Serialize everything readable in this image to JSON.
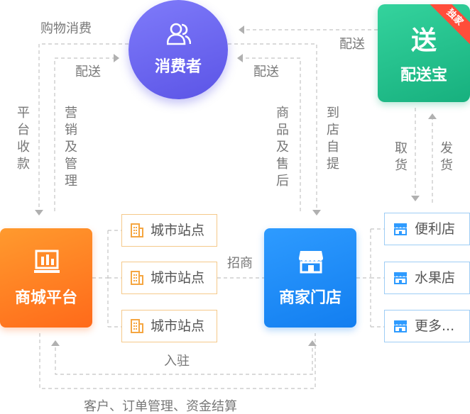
{
  "nodes": {
    "consumer": "消费者",
    "delivery_logo": "送",
    "delivery": "配送宝",
    "delivery_badge": "独家",
    "mall": "商城平台",
    "store": "商家门店",
    "sites": [
      "城市站点",
      "城市站点",
      "城市站点"
    ],
    "shops": [
      "便利店",
      "水果店",
      "更多..."
    ]
  },
  "edges": {
    "purchase": "购物消费",
    "deliver_top_left": "配送",
    "deliver_top_mid": "配送",
    "deliver_top_right": "配送",
    "platform_collect": "平台收款",
    "marketing": "营销及管理",
    "goods_aftersale": "商品及售后",
    "self_pickup": "到店自提",
    "pickup": "取货",
    "ship": "发货",
    "recruit": "招商",
    "settle_in": "入驻",
    "bottom": "客户、订单管理、资金结算"
  },
  "colors": {
    "consumer": "#6a63f0",
    "delivery": "#20be89",
    "delivery_badge": "#ff4d3a",
    "mall": "#ff7a20",
    "store": "#1f8cf8",
    "site_border": "#f5c98a",
    "site_icon": "#f5a641",
    "shop_border": "#9ecdf5",
    "shop_icon": "#2e9bff",
    "connector": "#bdbdbd",
    "arrow": "#b0b0b0"
  },
  "icons": {
    "consumer": "users-icon",
    "mall": "bar-chart-icon",
    "store": "storefront-icon",
    "site": "building-icon",
    "shop": "shop-icon"
  }
}
